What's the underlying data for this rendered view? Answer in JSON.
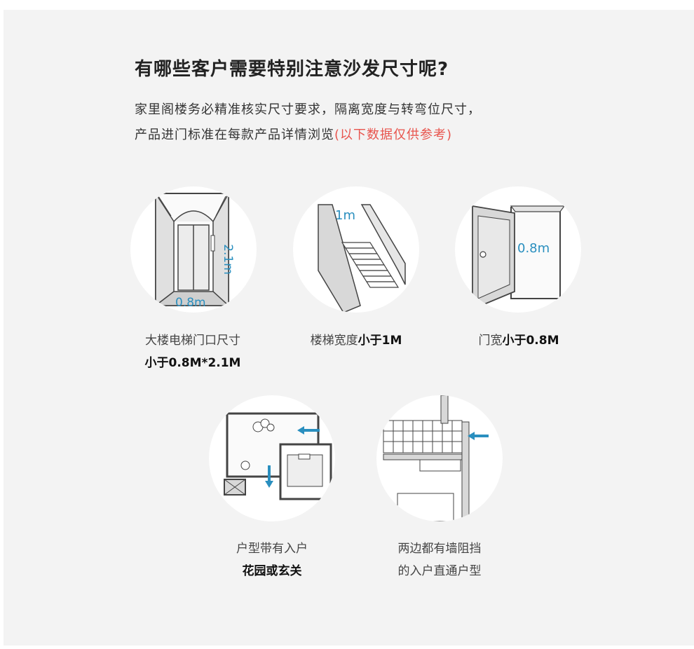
{
  "heading": "有哪些客户需要特别注意沙发尺寸呢?",
  "intro": {
    "line1": "家里阁楼务必精准核实尺寸要求，隔离宽度与转弯位尺寸，",
    "line2": "产品进门标准在每款产品详情浏览",
    "note": "(以下数据仅供参考)"
  },
  "cards": [
    {
      "label_a": "大楼电梯门口尺寸",
      "label_b": "小于0.8M*2.1M",
      "dim_w": "0.8m",
      "dim_h": "2.1m"
    },
    {
      "label_a": "楼梯宽度",
      "label_b": "小于1M",
      "dim_w": "1m"
    },
    {
      "label_a": "门宽",
      "label_b": "小于0.8M",
      "dim_w": "0.8m"
    },
    {
      "label_a": "户型带有入户",
      "label_b": "花园或玄关"
    },
    {
      "label_a": "两边都有墙阻挡",
      "label_b": "的入户直通户型"
    }
  ],
  "colors": {
    "accent": "#2a8fbf",
    "note": "#e8554e",
    "line": "#444444",
    "fill": "#d8d8d8"
  }
}
